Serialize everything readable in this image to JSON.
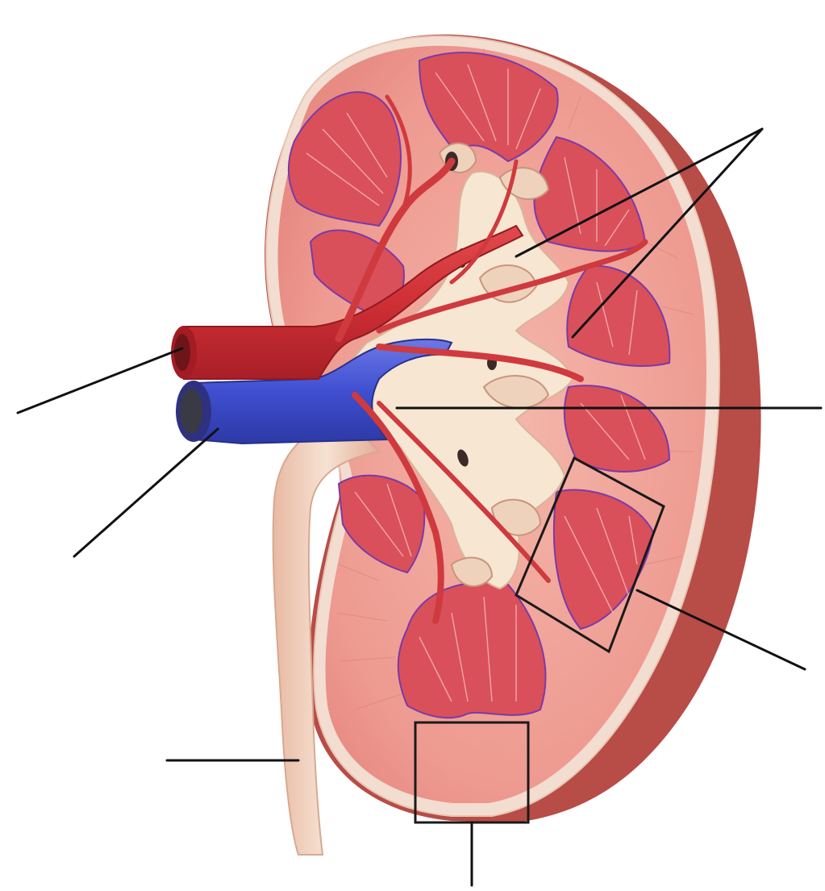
{
  "diagram": {
    "subject": "kidney-cross-section",
    "style": "unlabeled-worksheet",
    "leader_lines": [
      {
        "id": "renal-artery-leader",
        "points_to": "renal-artery",
        "label": ""
      },
      {
        "id": "renal-vein-leader",
        "points_to": "renal-vein",
        "label": ""
      },
      {
        "id": "ureter-leader",
        "points_to": "ureter",
        "label": ""
      },
      {
        "id": "renal-pelvis-leader",
        "points_to": "renal-pelvis",
        "label": ""
      },
      {
        "id": "calyces-leader",
        "points_to": "calyces",
        "label": ""
      },
      {
        "id": "renal-pyramid-leader",
        "points_to": "renal-pyramid-box",
        "label": ""
      },
      {
        "id": "cortex-leader",
        "points_to": "cortex-box",
        "label": ""
      }
    ],
    "colors": {
      "capsule": "#e9a39a",
      "outer_edge": "#b54a45",
      "cortex": "#ef9d93",
      "medulla": "#d6474f",
      "pelvis": "#f6e6d2",
      "artery": "#cf2f35",
      "vein": "#3f4fd0",
      "ureter": "#efcfb8",
      "line": "#111111"
    }
  }
}
